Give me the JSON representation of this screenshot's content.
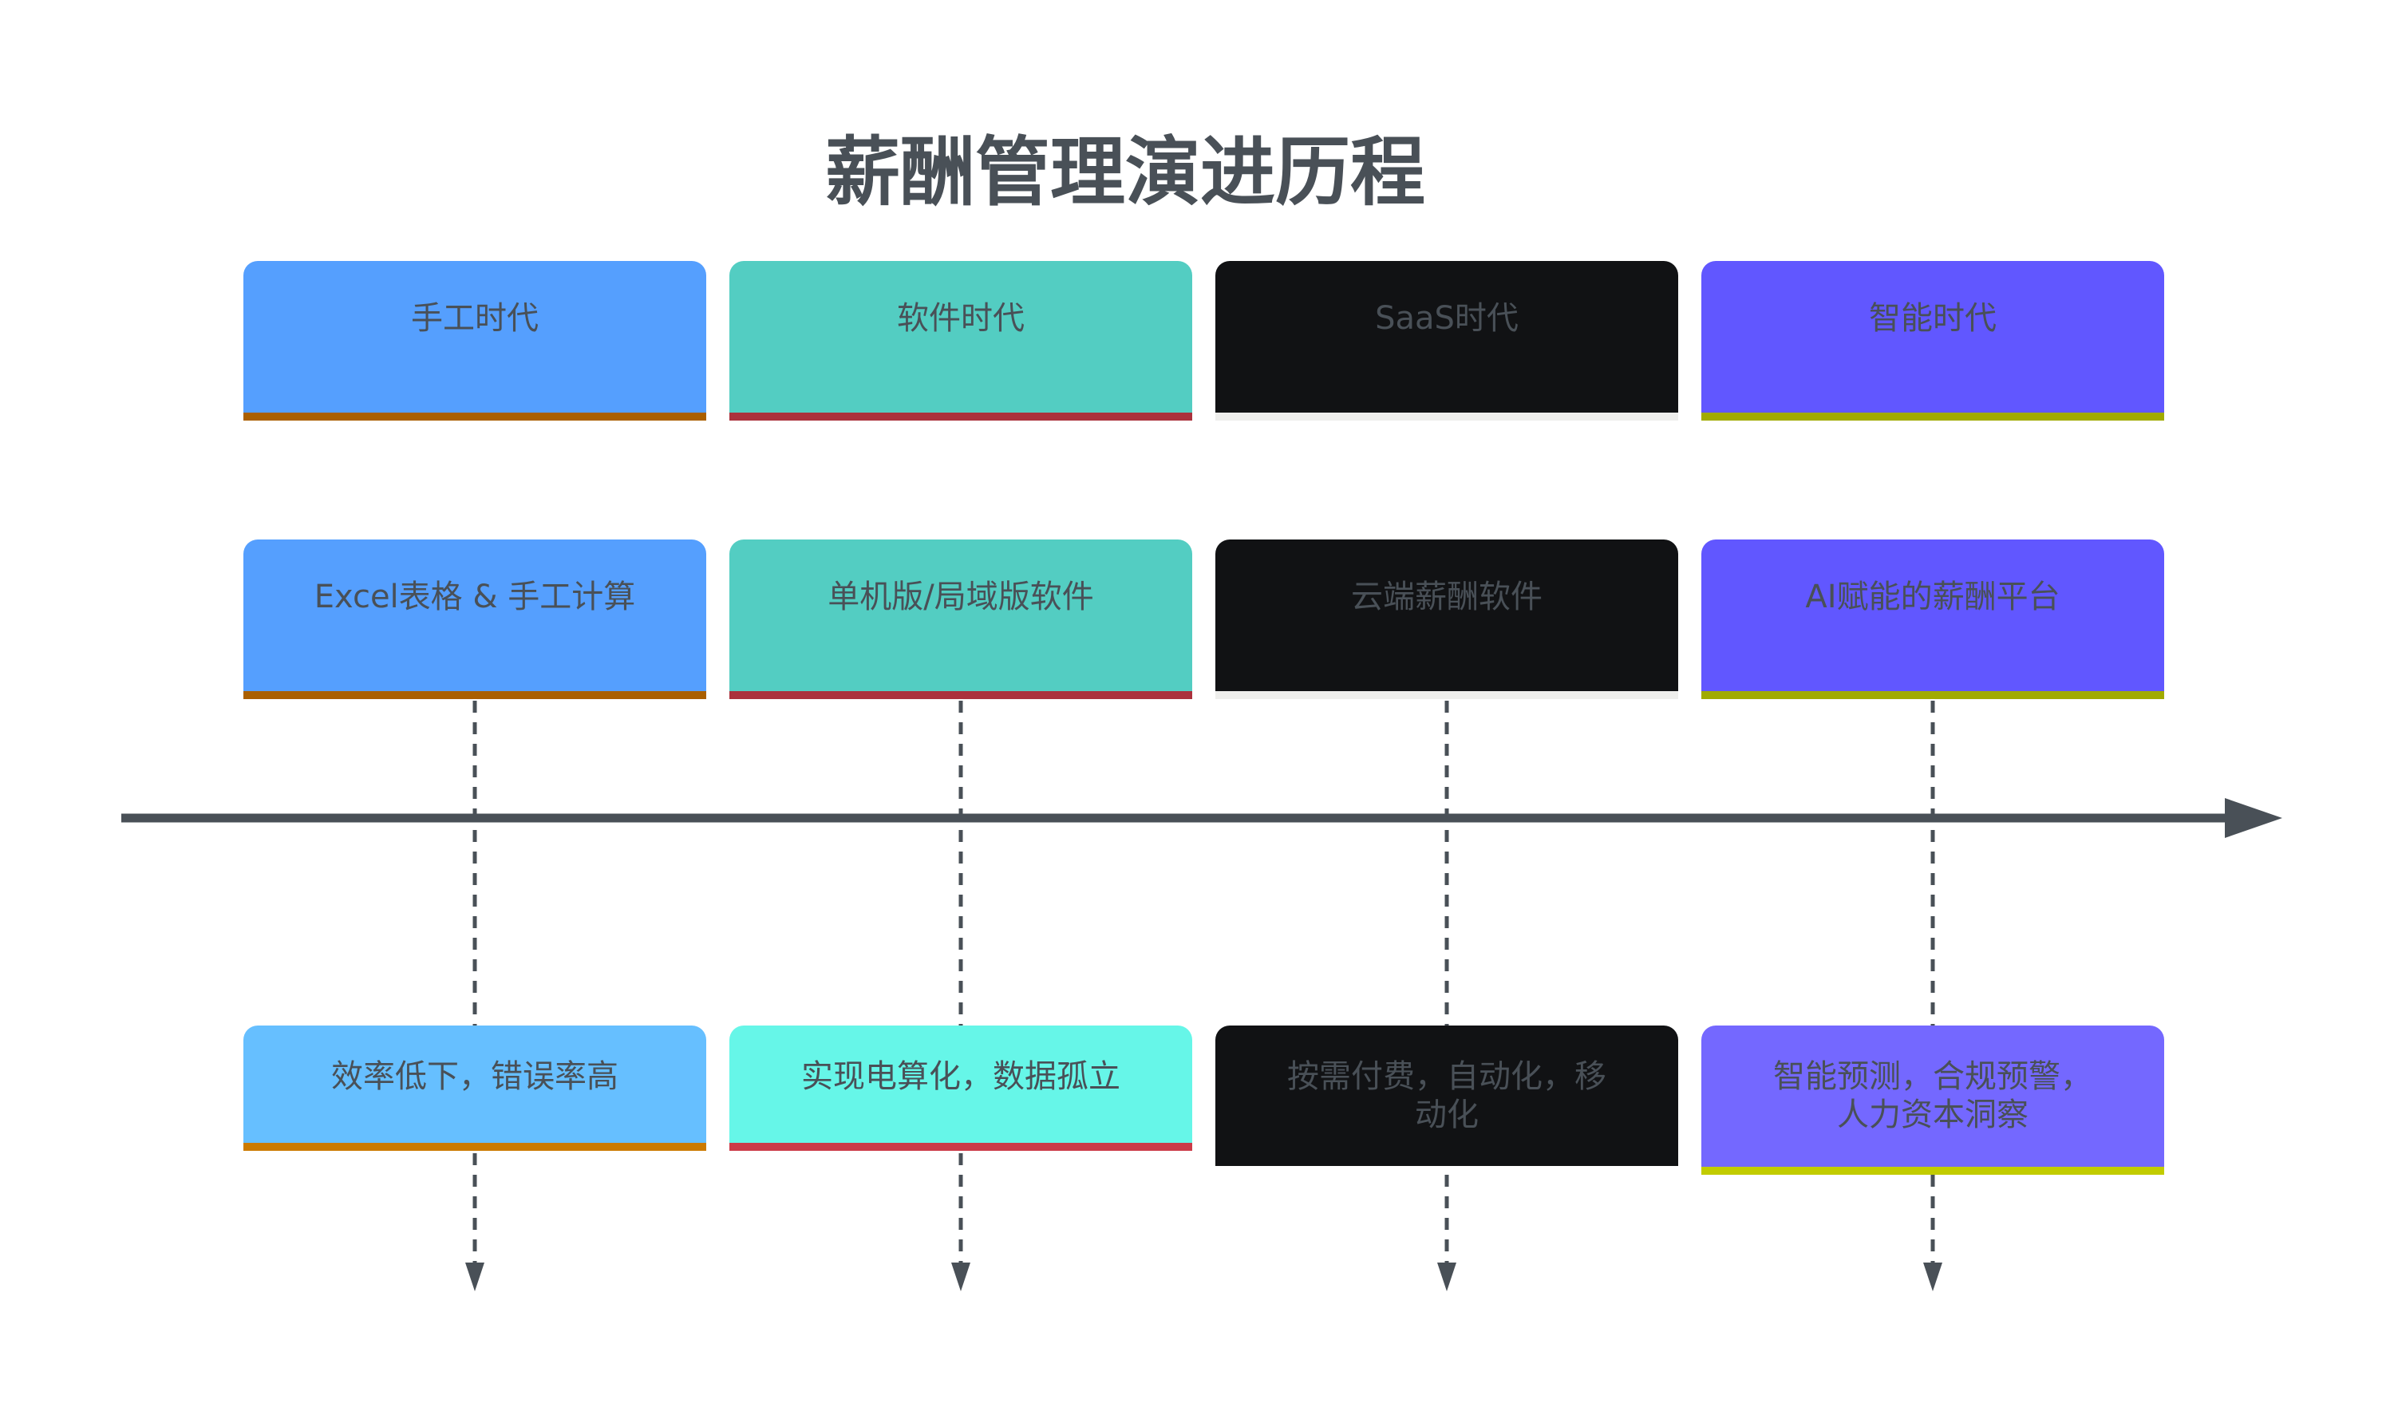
{
  "title": "薪酬管理演进历程",
  "colors": {
    "line": "#495057",
    "text": "#495057"
  },
  "columns": [
    {
      "era": "手工时代",
      "tech": "Excel表格 & 手工计算",
      "impact": "效率低下，错误率高",
      "fill_era": "#559ffe",
      "fill_impact": "#66bfff",
      "bar": "#aa5f00",
      "bar_impact": "#cc7a00"
    },
    {
      "era": "软件时代",
      "tech": "单机版/局域版软件",
      "impact": "实现电算化，数据孤立",
      "fill_era": "#53cdc2",
      "fill_impact": "#66f6e8",
      "bar": "#ab313c",
      "bar_impact": "#cc3b48"
    },
    {
      "era": "SaaS时代",
      "tech": "云端薪酬软件",
      "impact": "按需付费，自动化，移动化",
      "impact_lines": [
        "按需付费，自动化，",
        "移动化"
      ],
      "fill_era": "#111214",
      "fill_impact": "#111214",
      "bar": "#eeeeec",
      "bar_impact": "#ffffff"
    },
    {
      "era": "智能时代",
      "tech": "AI赋能的薪酬平台",
      "impact": "智能预测，合规预警，人力资本洞察",
      "impact_lines": [
        "智能预测，合规预警，",
        "人力资本洞察"
      ],
      "fill_era": "#6157ff",
      "fill_impact": "#7468ff",
      "bar": "#a1ab00",
      "bar_impact": "#c2cc00"
    }
  ]
}
